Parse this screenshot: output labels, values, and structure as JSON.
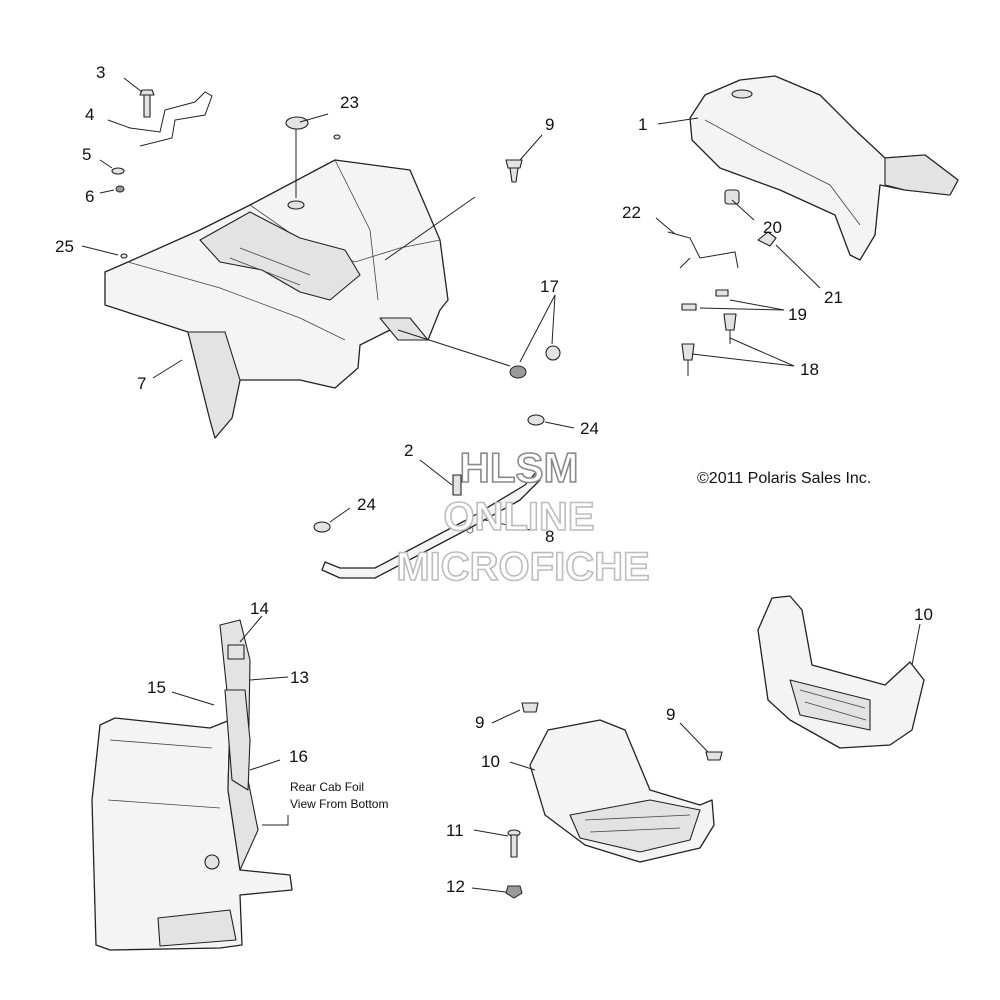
{
  "callouts": {
    "c1": "1",
    "c2": "2",
    "c3": "3",
    "c4": "4",
    "c5": "5",
    "c6": "6",
    "c7": "7",
    "c8": "8",
    "c9a": "9",
    "c9b": "9",
    "c9c": "9",
    "c10a": "10",
    "c10b": "10",
    "c11": "11",
    "c12": "12",
    "c13": "13",
    "c14": "14",
    "c15": "15",
    "c16": "16",
    "c17": "17",
    "c18": "18",
    "c19": "19",
    "c20": "20",
    "c21": "21",
    "c22": "22",
    "c23": "23",
    "c24a": "24",
    "c24b": "24",
    "c25": "25"
  },
  "note": {
    "line1": "Rear Cab Foil",
    "line2": "View From Bottom"
  },
  "copyright": "©2011 Polaris Sales Inc.",
  "watermark": {
    "line1": "HLSM",
    "line2": "ONLINE",
    "line3": "MICROFICHE"
  }
}
